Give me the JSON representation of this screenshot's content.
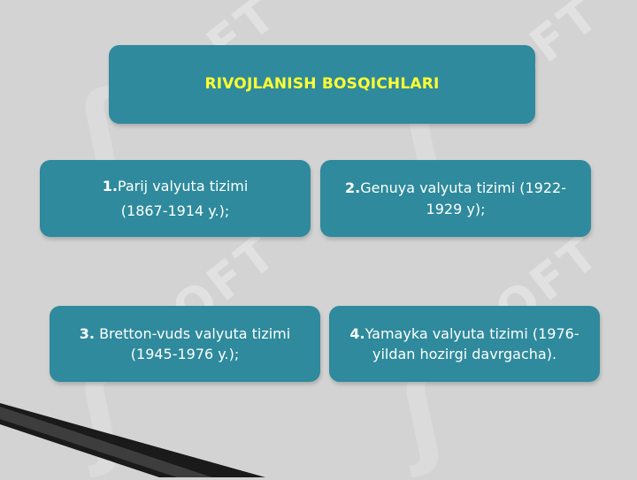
{
  "watermark": {
    "text": "SOFT"
  },
  "title": {
    "text": "RIVOJLANISH BOSQICHLARI"
  },
  "stages": [
    {
      "number": "1.",
      "lines": [
        "Parij valyuta tizimi",
        "(1867-1914 y.);"
      ]
    },
    {
      "number": "2.",
      "lines": [
        "Genuya valyuta tizimi (1922-",
        "1929 y);"
      ]
    },
    {
      "number": "3.",
      "lines": [
        " Bretton-vuds valyuta tizimi",
        "(1945-1976 y.);"
      ]
    },
    {
      "number": "4.",
      "lines": [
        "Yamayka valyuta tizimi (1976-",
        "yildan hozirgi davrgacha)."
      ]
    }
  ],
  "colors": {
    "background": "#d3d3d3",
    "box": "#2e8a9c",
    "title_text": "#ffff33",
    "body_text": "#ffffff"
  }
}
